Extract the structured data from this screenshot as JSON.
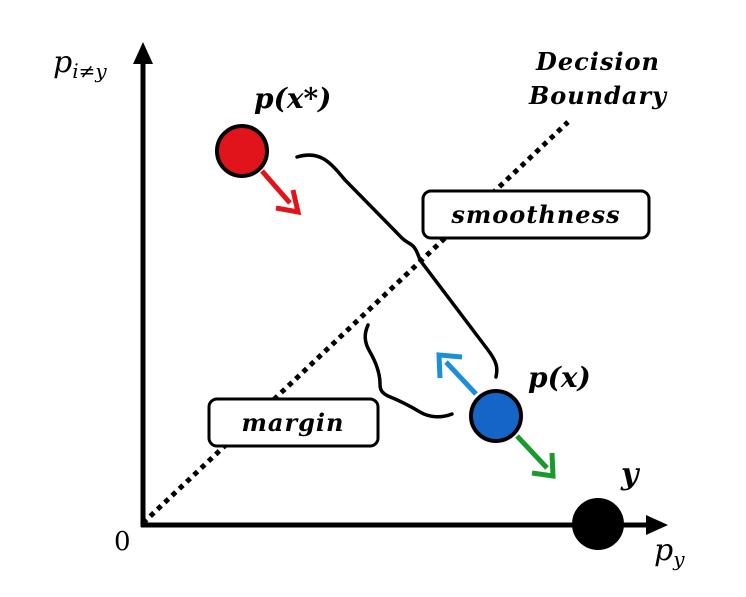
{
  "axes": {
    "y_label_main": "p",
    "y_label_sub": "i≠y",
    "x_label_main": "p",
    "x_label_sub": "y",
    "origin_label": "0"
  },
  "decision_boundary": {
    "line1": "Decision",
    "line2": "Boundary"
  },
  "points": {
    "adversarial": {
      "label": "p(x*)",
      "color": "#e0141a"
    },
    "clean": {
      "label": "p(x)",
      "color": "#1565c8"
    },
    "target": {
      "label": "y",
      "color": "#000000"
    }
  },
  "boxes": {
    "smoothness": "smoothness",
    "margin": "margin"
  },
  "arrows": {
    "red": "#e0141a",
    "blue": "#1c8fdc",
    "green": "#1a9a2e"
  }
}
